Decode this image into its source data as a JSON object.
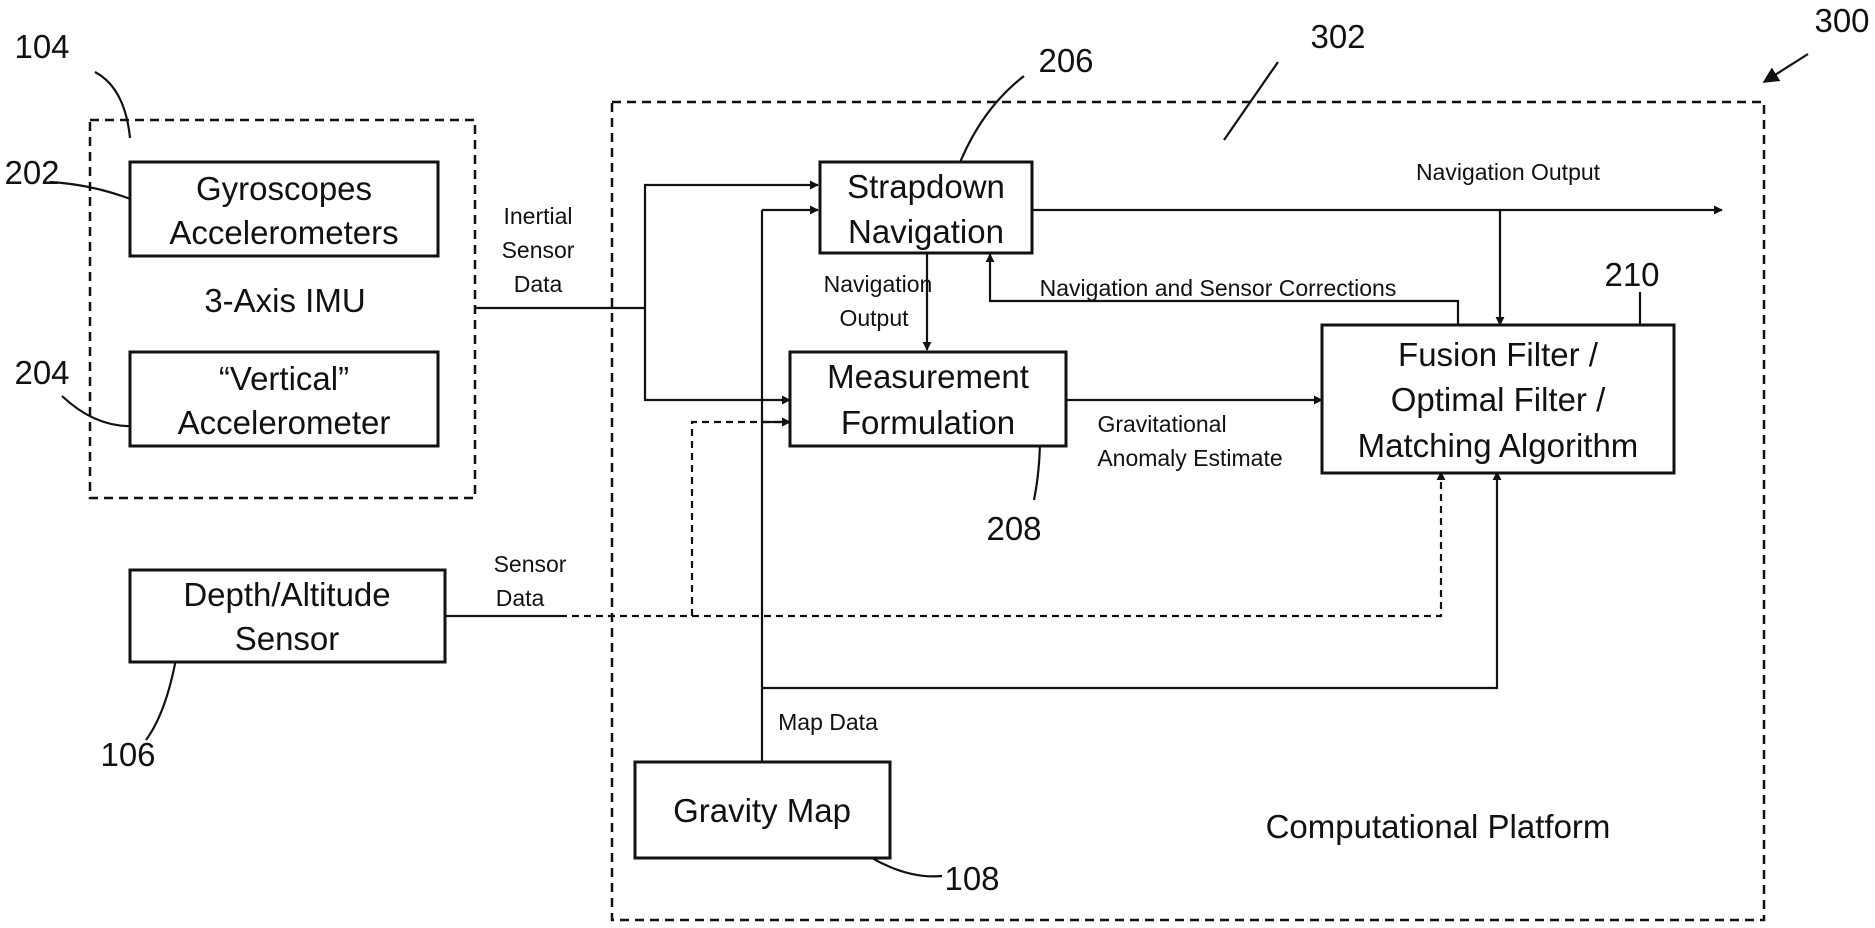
{
  "refs": {
    "r104": "104",
    "r202": "202",
    "r204": "204",
    "r106": "106",
    "r206": "206",
    "r302": "302",
    "r300": "300",
    "r210": "210",
    "r208": "208",
    "r108": "108"
  },
  "imu": {
    "gyro_line1": "Gyroscopes",
    "gyro_line2": "Accelerometers",
    "label": "3-Axis IMU",
    "vert_line1": "“Vertical”",
    "vert_line2": "Accelerometer"
  },
  "depth": {
    "line1": "Depth/Altitude",
    "line2": "Sensor"
  },
  "strapdown": {
    "line1": "Strapdown",
    "line2": "Navigation"
  },
  "measurement": {
    "line1": "Measurement",
    "line2": "Formulation"
  },
  "fusion": {
    "line1": "Fusion Filter /",
    "line2": "Optimal Filter /",
    "line3": "Matching Algorithm"
  },
  "gravity_map": {
    "label": "Gravity Map"
  },
  "platform": {
    "label": "Computational Platform"
  },
  "signals": {
    "inertial_1": "Inertial",
    "inertial_2": "Sensor",
    "inertial_3": "Data",
    "nav_output_top": "Navigation Output",
    "nav_output_left_1": "Navigation",
    "nav_output_left_2": "Output",
    "corrections": "Navigation and Sensor Corrections",
    "grav_1": "Gravitational",
    "grav_2": "Anomaly Estimate",
    "sensor_1": "Sensor",
    "sensor_2": "Data",
    "map_data": "Map Data"
  }
}
